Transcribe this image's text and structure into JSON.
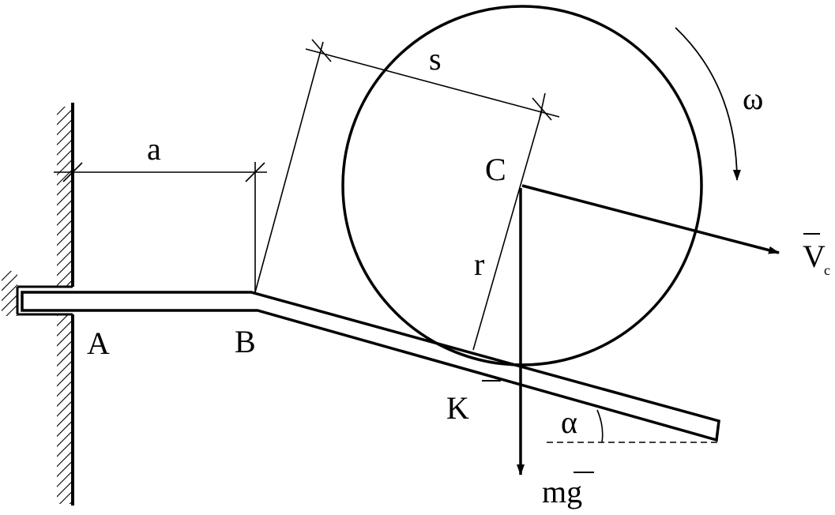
{
  "labels": {
    "point_a": "A",
    "point_b": "B",
    "point_c": "C",
    "point_k": "K",
    "dim_a": "a",
    "dim_s": "s",
    "radius": "r",
    "omega": "ω",
    "velocity": "V",
    "velocity_sub": "c",
    "angle": "α",
    "gravity": "mg"
  },
  "colors": {
    "ink": "#000000",
    "background": "#ffffff"
  }
}
